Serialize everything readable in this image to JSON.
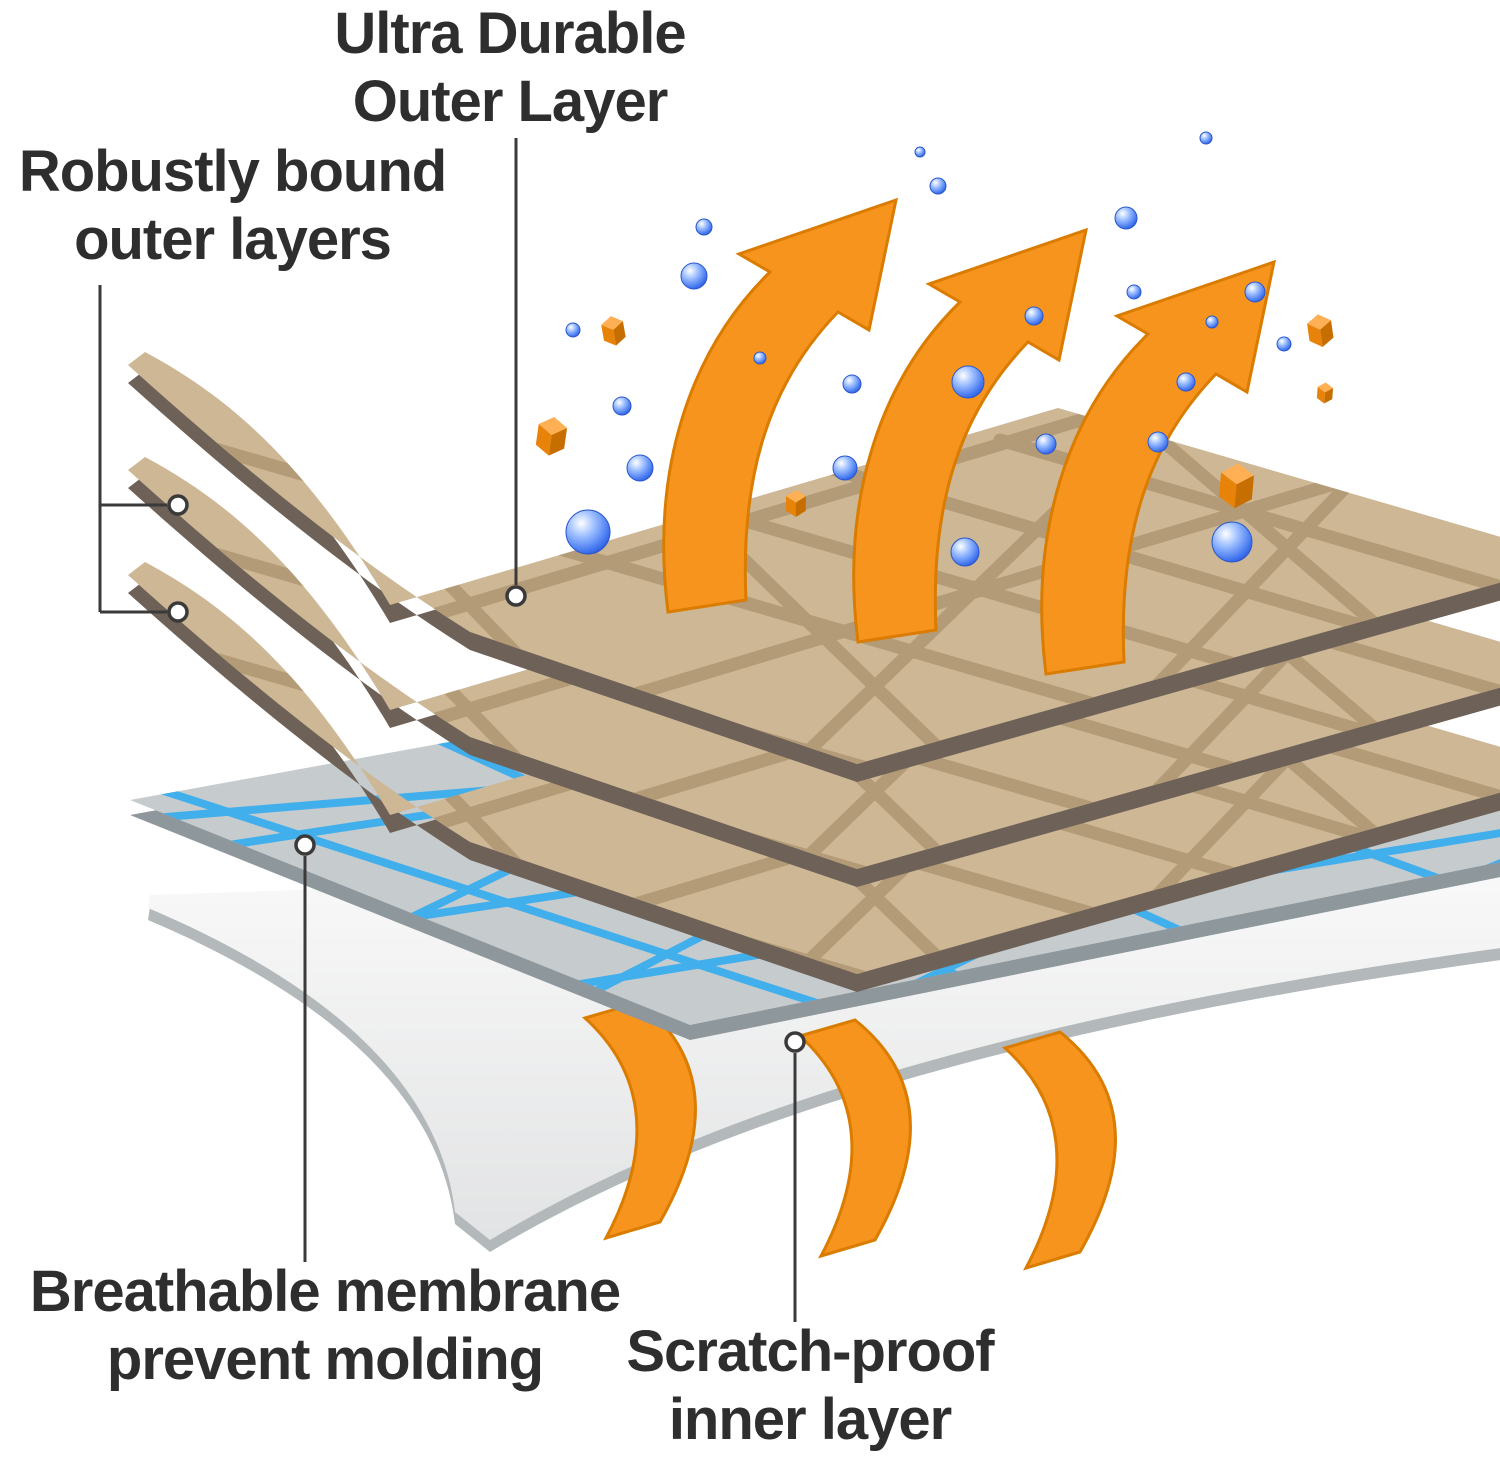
{
  "title": "Fabric layer structure diagram",
  "labels": {
    "ultra_durable": {
      "lines": [
        "Ultra Durable",
        "Outer Layer"
      ]
    },
    "robustly_bound": {
      "lines": [
        "Robustly bound",
        "outer layers"
      ]
    },
    "breathable": {
      "lines": [
        "Breathable membrane",
        "prevent molding"
      ]
    },
    "scratch_proof": {
      "lines": [
        "Scratch-proof",
        "inner layer"
      ]
    }
  },
  "colors": {
    "orange": "#F7941D",
    "orange_dark": "#D97C00",
    "tan": "#CDB795",
    "tan_line": "#B49B77",
    "layer_edge_dark": "#6E6157",
    "membrane_gray": "#C6CBCE",
    "membrane_edge": "#8E979C",
    "membrane_blue": "#41AFEC",
    "inner_white": "#F2F2F2",
    "inner_edge": "#B3B8BA",
    "bubble_blue": "#2E62E8",
    "text": "#2E2E2E",
    "callout": "#3A3A3A"
  }
}
